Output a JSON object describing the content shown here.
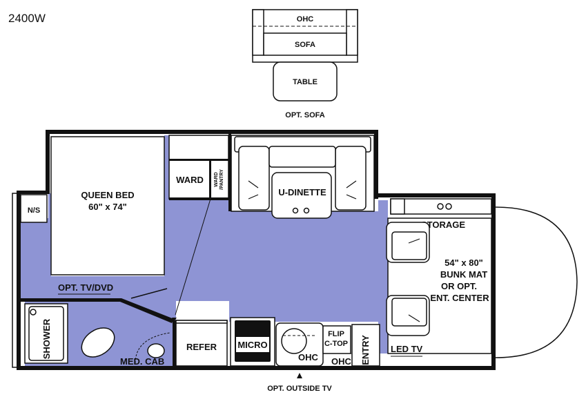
{
  "model": "2400W",
  "option_sofa": {
    "ohc": "OHC",
    "sofa": "SOFA",
    "table": "TABLE",
    "caption": "OPT. SOFA"
  },
  "rooms": {
    "ns": "N/S",
    "queen_bed": "QUEEN BED",
    "queen_bed_size": "60\" x 74\"",
    "ward": "WARD",
    "ward_pantry_1": "WARD",
    "ward_pantry_2": "/PANTRY",
    "u_dinette": "U-DINETTE",
    "storage": "STORAGE",
    "bunk_1": "54\" x 80\"",
    "bunk_2": "BUNK MAT",
    "bunk_3": "OR OPT.",
    "bunk_4": "ENT. CENTER",
    "opt_tv_dvd": "OPT. TV/DVD",
    "shower": "SHOWER",
    "med_cab": "MED. CAB",
    "refer": "REFER",
    "micro": "MICRO",
    "ohc_1": "OHC",
    "flip_1": "FLIP",
    "flip_2": "C-TOP",
    "ohc_2": "OHC",
    "entry": "ENTRY",
    "led_tv": "LED TV",
    "opt_outside_tv": "OPT. OUTSIDE TV"
  },
  "colors": {
    "floor": "#8e94d4",
    "wall": "#111111"
  }
}
